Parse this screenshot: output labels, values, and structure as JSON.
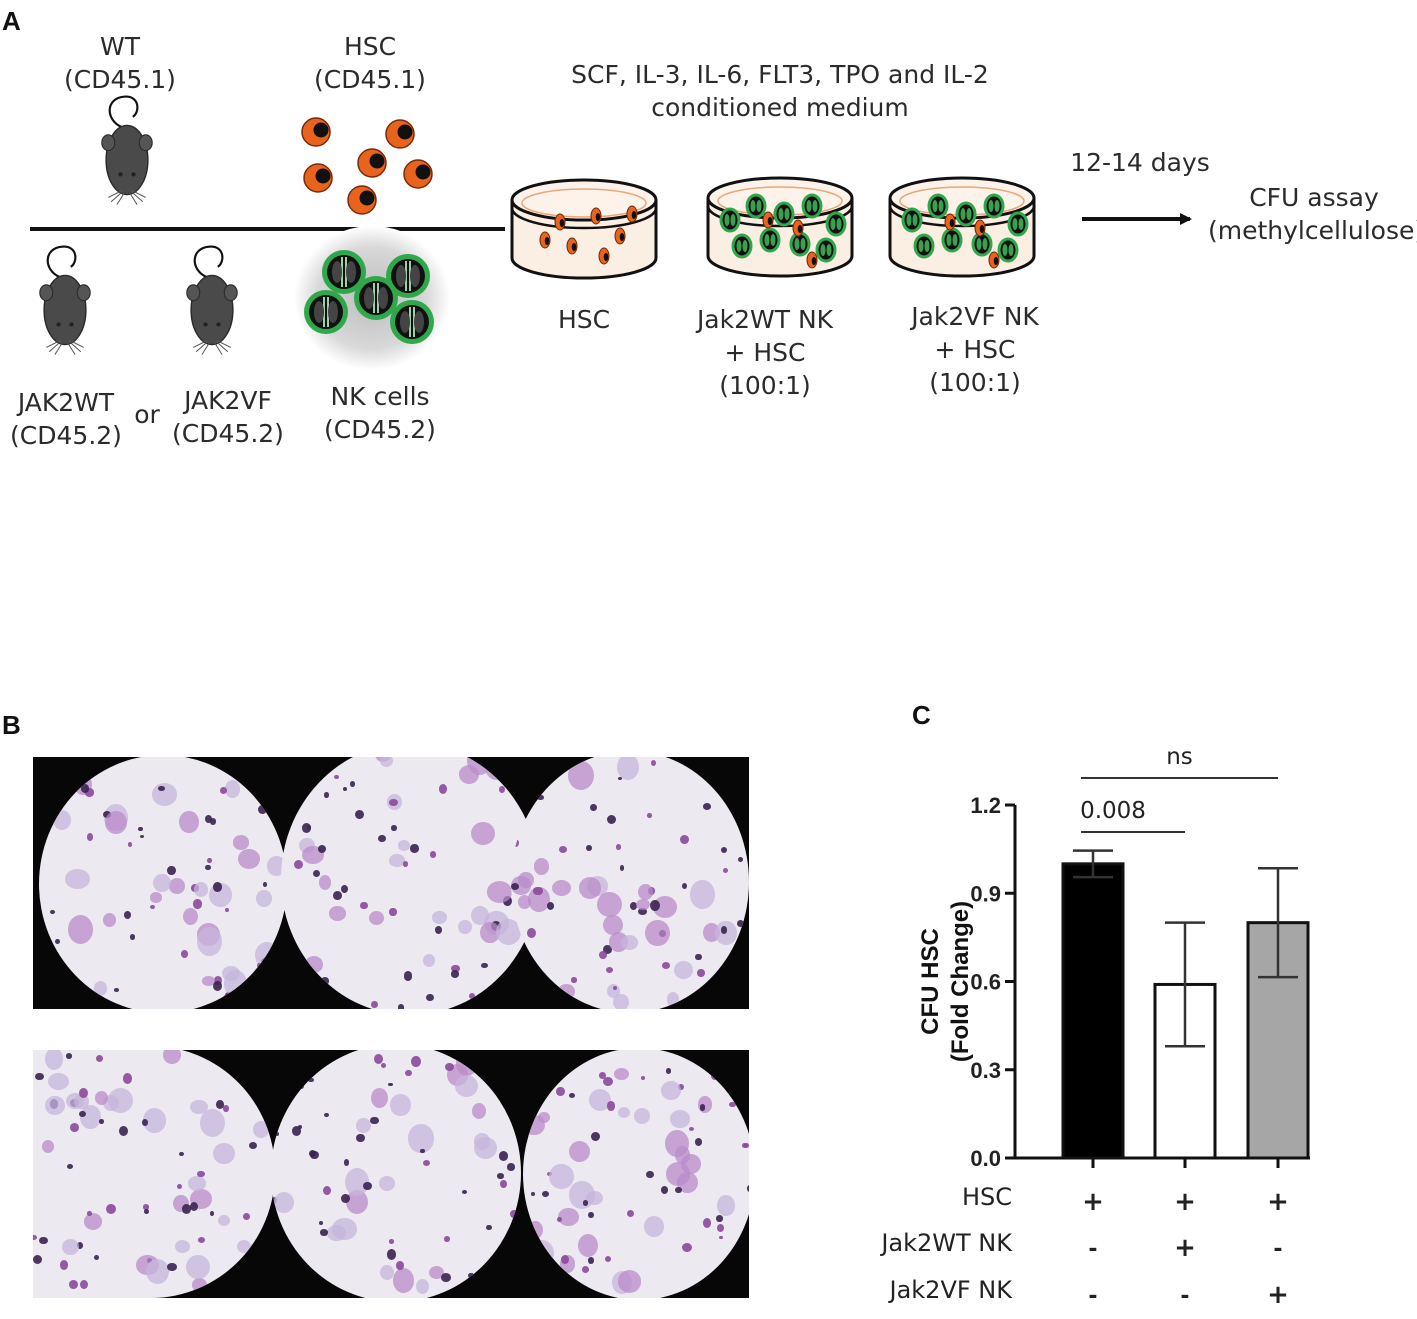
{
  "panels": {
    "a": "A",
    "b": "B",
    "c": "C"
  },
  "schematic": {
    "wt_mouse": [
      "WT",
      "(CD45.1)"
    ],
    "hsc_cells": [
      "HSC",
      "(CD45.1)"
    ],
    "jak2wt_mouse": [
      "JAK2WT",
      "(CD45.2)"
    ],
    "or_text": "or",
    "jak2vf_mouse": [
      "JAK2VF",
      "(CD45.2)"
    ],
    "nk_cells": [
      "NK cells",
      "(CD45.2)"
    ],
    "medium": [
      "SCF, IL-3, IL-6, FLT3, TPO and IL-2",
      "conditioned medium"
    ],
    "dishes": [
      {
        "label": [
          "HSC"
        ]
      },
      {
        "label": [
          "Jak2WT NK",
          "+ HSC",
          "(100:1)"
        ]
      },
      {
        "label": [
          "Jak2VF NK",
          "+ HSC",
          "(100:1)"
        ]
      }
    ],
    "duration": "12-14 days",
    "assay": [
      "CFU assay",
      "(methylcellulose)"
    ],
    "colors": {
      "hsc_orange": "#e8641e",
      "nk_green": "#2ea84a",
      "mouse_gray": "#4a4a4a",
      "dish_fill": "#fbeee2"
    }
  },
  "chart_data": {
    "type": "bar",
    "categories": [
      "HSC",
      "Jak2WT NK + HSC",
      "Jak2VF NK + HSC"
    ],
    "values": [
      1.0,
      0.59,
      0.8
    ],
    "error": [
      0.045,
      0.21,
      0.185
    ],
    "bar_colors": [
      "#000000",
      "#ffffff",
      "#a6a6a6"
    ],
    "ylabel": [
      "CFU HSC",
      "(Fold Change)"
    ],
    "ylim": [
      0,
      1.2
    ],
    "yticks": [
      "0.0",
      "0.3",
      "0.6",
      "0.9",
      "1.2"
    ],
    "ytick_values": [
      0,
      0.3,
      0.6,
      0.9,
      1.2
    ],
    "significance": [
      {
        "from": 0,
        "to": 1,
        "label": "0.008"
      },
      {
        "from": 0,
        "to": 2,
        "label": "ns"
      }
    ],
    "condition_table": {
      "rows": [
        {
          "label": "HSC",
          "marks": [
            "+",
            "+",
            "+"
          ]
        },
        {
          "label": "Jak2WT NK",
          "marks": [
            "-",
            "+",
            "-"
          ]
        },
        {
          "label": "Jak2VF NK",
          "marks": [
            "-",
            "-",
            "+"
          ]
        }
      ]
    }
  }
}
